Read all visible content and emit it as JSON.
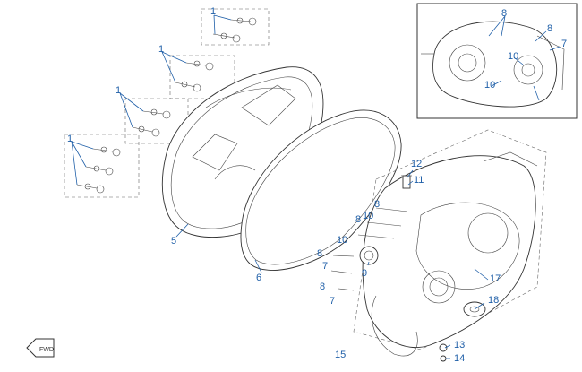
{
  "callouts": {
    "c1a": "1",
    "c1b": "1",
    "c1c": "1",
    "c1d": "1",
    "c5": "5",
    "c6": "6",
    "c7a": "7",
    "c7b": "7",
    "c7c": "7",
    "c8a": "8",
    "c8b": "8",
    "c8c": "8",
    "c8d": "8",
    "c8e": "8",
    "c8f": "8",
    "c9": "9",
    "c10a": "10",
    "c10b": "10",
    "c10c": "10",
    "c10d": "10",
    "c11": "11",
    "c12": "12",
    "c13": "13",
    "c14": "14",
    "c15": "15",
    "c17": "17",
    "c18": "18"
  },
  "fwd_label": "FWD",
  "colors": {
    "callout": "#1f5fa8",
    "line": "#333333"
  }
}
